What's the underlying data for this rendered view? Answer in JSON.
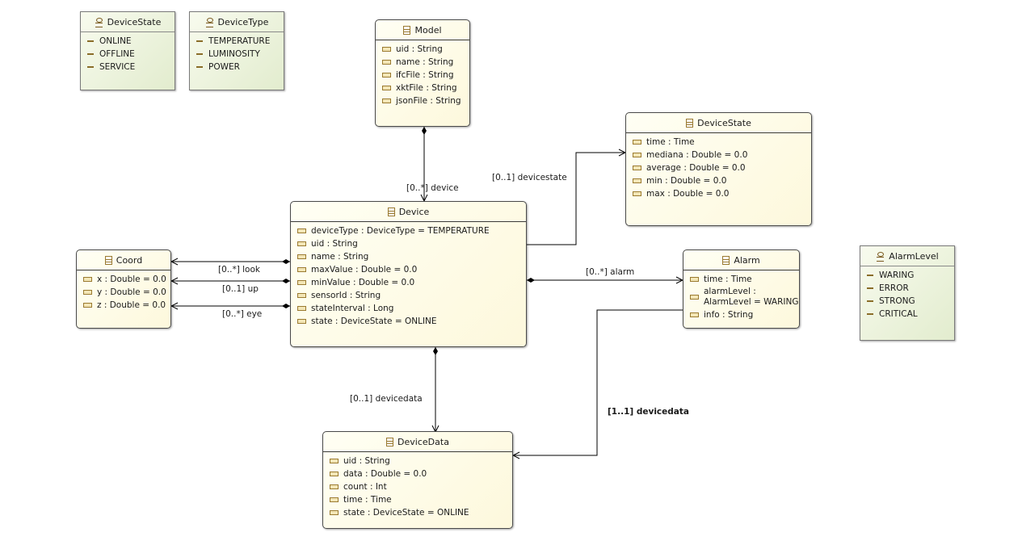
{
  "diagram": {
    "enums": [
      {
        "id": "enum-devicestate",
        "name": "DeviceState",
        "literals": [
          "ONLINE",
          "OFFLINE",
          "SERVICE"
        ]
      },
      {
        "id": "enum-devicetype",
        "name": "DeviceType",
        "literals": [
          "TEMPERATURE",
          "LUMINOSITY",
          "POWER"
        ]
      },
      {
        "id": "enum-alarmlevel",
        "name": "AlarmLevel",
        "literals": [
          "WARING",
          "ERROR",
          "STRONG",
          "CRITICAL"
        ]
      }
    ],
    "classes": {
      "model": {
        "name": "Model",
        "attributes": [
          "uid : String",
          "name : String",
          "ifcFile : String",
          "xktFile : String",
          "jsonFile : String"
        ]
      },
      "devicestate": {
        "name": "DeviceState",
        "attributes": [
          "time : Time",
          "mediana : Double = 0.0",
          "average : Double = 0.0",
          "min : Double = 0.0",
          "max : Double = 0.0"
        ]
      },
      "device": {
        "name": "Device",
        "attributes": [
          "deviceType : DeviceType = TEMPERATURE",
          "uid : String",
          "name : String",
          "maxValue : Double = 0.0",
          "minValue : Double = 0.0",
          "sensorId : String",
          "stateInterval : Long",
          "state : DeviceState = ONLINE"
        ]
      },
      "coord": {
        "name": "Coord",
        "attributes": [
          "x : Double = 0.0",
          "y : Double = 0.0",
          "z : Double = 0.0"
        ]
      },
      "alarm": {
        "name": "Alarm",
        "attributes": [
          "time : Time",
          "alarmLevel : AlarmLevel = WARING",
          "info : String"
        ]
      },
      "devicedata": {
        "name": "DeviceData",
        "attributes": [
          "uid : String",
          "data : Double = 0.0",
          "count : Int",
          "time : Time",
          "state : DeviceState = ONLINE"
        ]
      }
    },
    "references": [
      {
        "id": "ref-model-device",
        "label": "[0..*] device",
        "kind": "composition",
        "from": "Model",
        "to": "Device"
      },
      {
        "id": "ref-device-devicestate",
        "label": "[0..1] devicestate",
        "kind": "reference",
        "from": "Device",
        "to": "DeviceState"
      },
      {
        "id": "ref-device-look",
        "label": "[0..*] look",
        "kind": "composition",
        "from": "Device",
        "to": "Coord"
      },
      {
        "id": "ref-device-up",
        "label": "[0..1] up",
        "kind": "composition",
        "from": "Device",
        "to": "Coord"
      },
      {
        "id": "ref-device-eye",
        "label": "[0..*] eye",
        "kind": "composition",
        "from": "Device",
        "to": "Coord"
      },
      {
        "id": "ref-device-alarm",
        "label": "[0..*] alarm",
        "kind": "composition",
        "from": "Device",
        "to": "Alarm"
      },
      {
        "id": "ref-device-devicedata",
        "label": "[0..1] devicedata",
        "kind": "composition",
        "from": "Device",
        "to": "DeviceData"
      },
      {
        "id": "ref-alarm-devicedata",
        "label": "[1..1] devicedata",
        "kind": "reference",
        "from": "Alarm",
        "to": "DeviceData",
        "emphasis": "bold"
      }
    ]
  }
}
